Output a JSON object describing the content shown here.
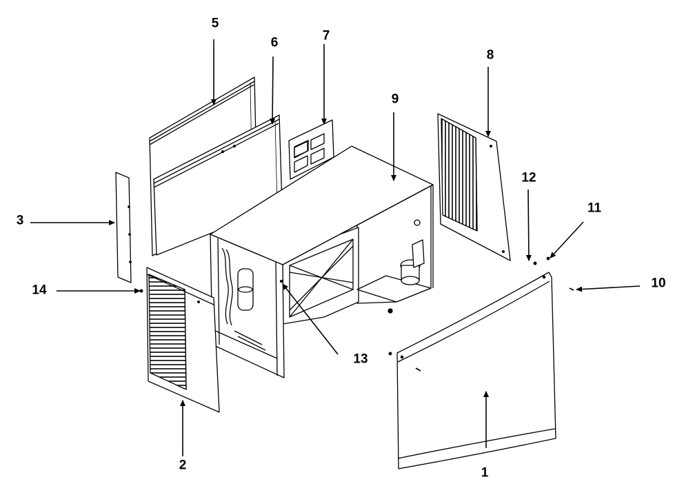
{
  "callouts": {
    "c1": "1",
    "c2": "2",
    "c3": "3",
    "c5": "5",
    "c6": "6",
    "c7": "7",
    "c8": "8",
    "c9": "9",
    "c10": "10",
    "c11": "11",
    "c12": "12",
    "c13": "13",
    "c14": "14"
  },
  "colors": {
    "line": "#000000",
    "background": "#ffffff"
  }
}
